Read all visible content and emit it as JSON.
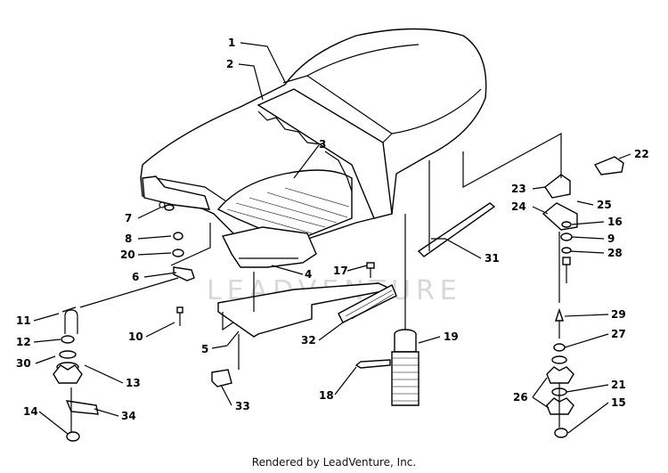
{
  "watermark": "LEADVENTURE",
  "credit": "Rendered by LeadVenture, Inc.",
  "callouts": [
    "1",
    "2",
    "3",
    "4",
    "5",
    "6",
    "7",
    "8",
    "9",
    "10",
    "11",
    "12",
    "13",
    "14",
    "15",
    "16",
    "17",
    "18",
    "19",
    "20",
    "21",
    "22",
    "23",
    "24",
    "25",
    "26",
    "27",
    "28",
    "29",
    "30",
    "31",
    "32",
    "33",
    "34"
  ]
}
